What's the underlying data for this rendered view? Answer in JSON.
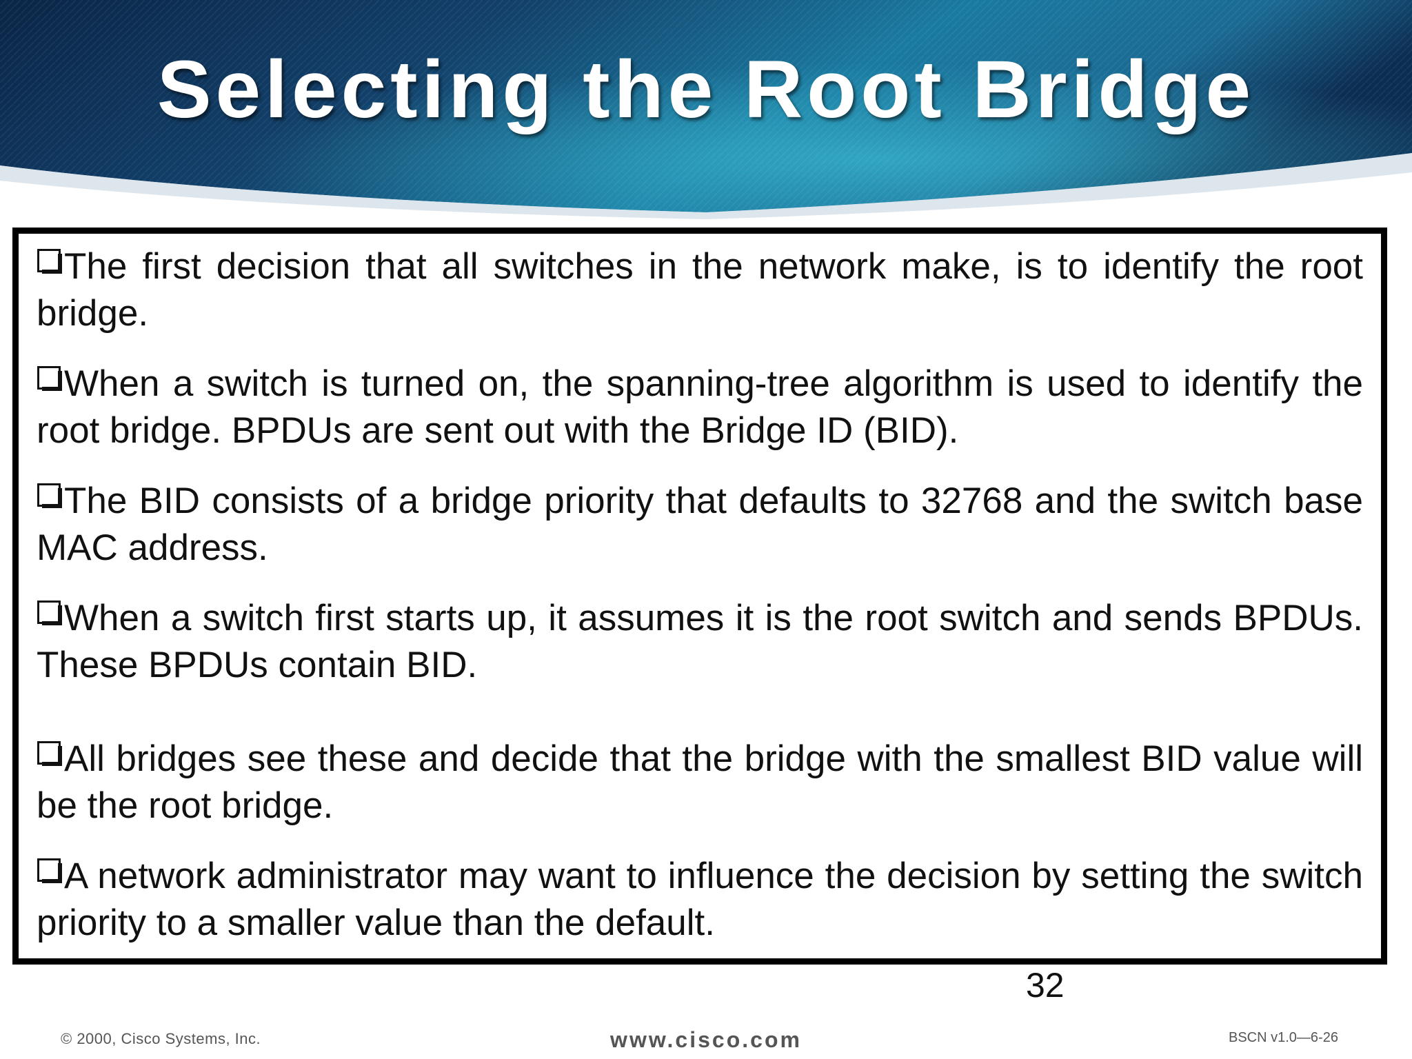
{
  "slide": {
    "title": "Selecting the Root Bridge",
    "bullets": [
      "The first decision that all switches in the network make, is to identify the root bridge.",
      "When a switch is turned on, the spanning-tree algorithm is used to identify the root bridge. BPDUs are sent out with the Bridge ID (BID).",
      "The BID consists of a bridge priority that defaults to 32768 and the switch base MAC address.",
      "When a switch first starts up, it assumes it is the root switch and sends BPDUs. These BPDUs contain BID.",
      "All bridges see these and decide that the bridge with the smallest BID value will be the root bridge.",
      "A network administrator may want to influence the decision by setting the switch priority to a smaller value than the default."
    ],
    "page_number": "32"
  },
  "footer": {
    "copyright": "© 2000, Cisco Systems, Inc.",
    "website": "www.cisco.com",
    "course_code": "BSCN v1.0—6-26"
  },
  "colors": {
    "banner_dark": "#0b2a4a",
    "banner_light": "#1f8fb0",
    "title_text": "#ffffff",
    "border": "#000000"
  }
}
